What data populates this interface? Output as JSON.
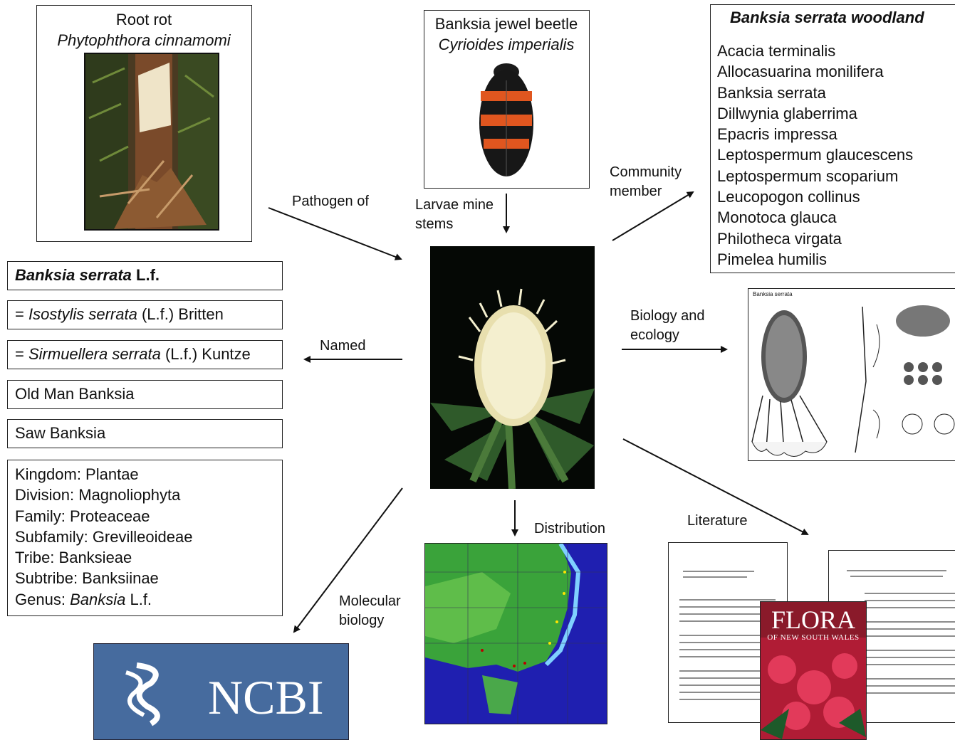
{
  "root_rot": {
    "common": "Root rot",
    "scientific": "Phytophthora cinnamomi"
  },
  "beetle": {
    "common": "Banksia jewel beetle",
    "scientific": "Cyrioides imperialis"
  },
  "woodland": {
    "title": "Banksia serrata woodland",
    "species": [
      "Acacia terminalis",
      "Allocasuarina monilifera",
      "Banksia serrata",
      "Dillwynia glaberrima",
      "Epacris impressa",
      "Leptospermum glaucescens",
      "Leptospermum scoparium",
      "Leucopogon collinus",
      "Monotoca glauca",
      "Philotheca virgata",
      "Pimelea humilis"
    ]
  },
  "names": {
    "accepted": {
      "genus_species": "Banksia serrata",
      "author": "L.f."
    },
    "synonym1": {
      "prefix": "=",
      "name": "Isostylis serrata",
      "author": "(L.f.) Britten"
    },
    "synonym2": {
      "prefix": "=",
      "name": "Sirmuellera serrata",
      "author": "(L.f.) Kuntze"
    },
    "common1": "Old Man Banksia",
    "common2": "Saw Banksia"
  },
  "taxonomy": {
    "kingdom": "Kingdom: Plantae",
    "division": "Division: Magnoliophyta",
    "family": "Family: Proteaceae",
    "subfamily": "Subfamily: Grevilleoideae",
    "tribe": "Tribe: Banksieae",
    "subtribe": "Subtribe: Banksiinae",
    "genus_prefix": "Genus:",
    "genus_name": "Banksia",
    "genus_author": "L.f."
  },
  "arrows": {
    "pathogen": "Pathogen of",
    "larvae_1": "Larvae mine",
    "larvae_2": "stems",
    "community_1": "Community",
    "community_2": "member",
    "biology_1": "Biology and",
    "biology_2": "ecology",
    "named": "Named",
    "distribution": "Distribution",
    "literature": "Literature",
    "molecular_1": "Molecular",
    "molecular_2": "biology"
  },
  "drawing_labels": {
    "title": "Banksia serrata"
  },
  "ncbi": {
    "text": "NCBI"
  },
  "flora": {
    "title": "FLORA",
    "subtitle": "OF NEW SOUTH WALES"
  }
}
